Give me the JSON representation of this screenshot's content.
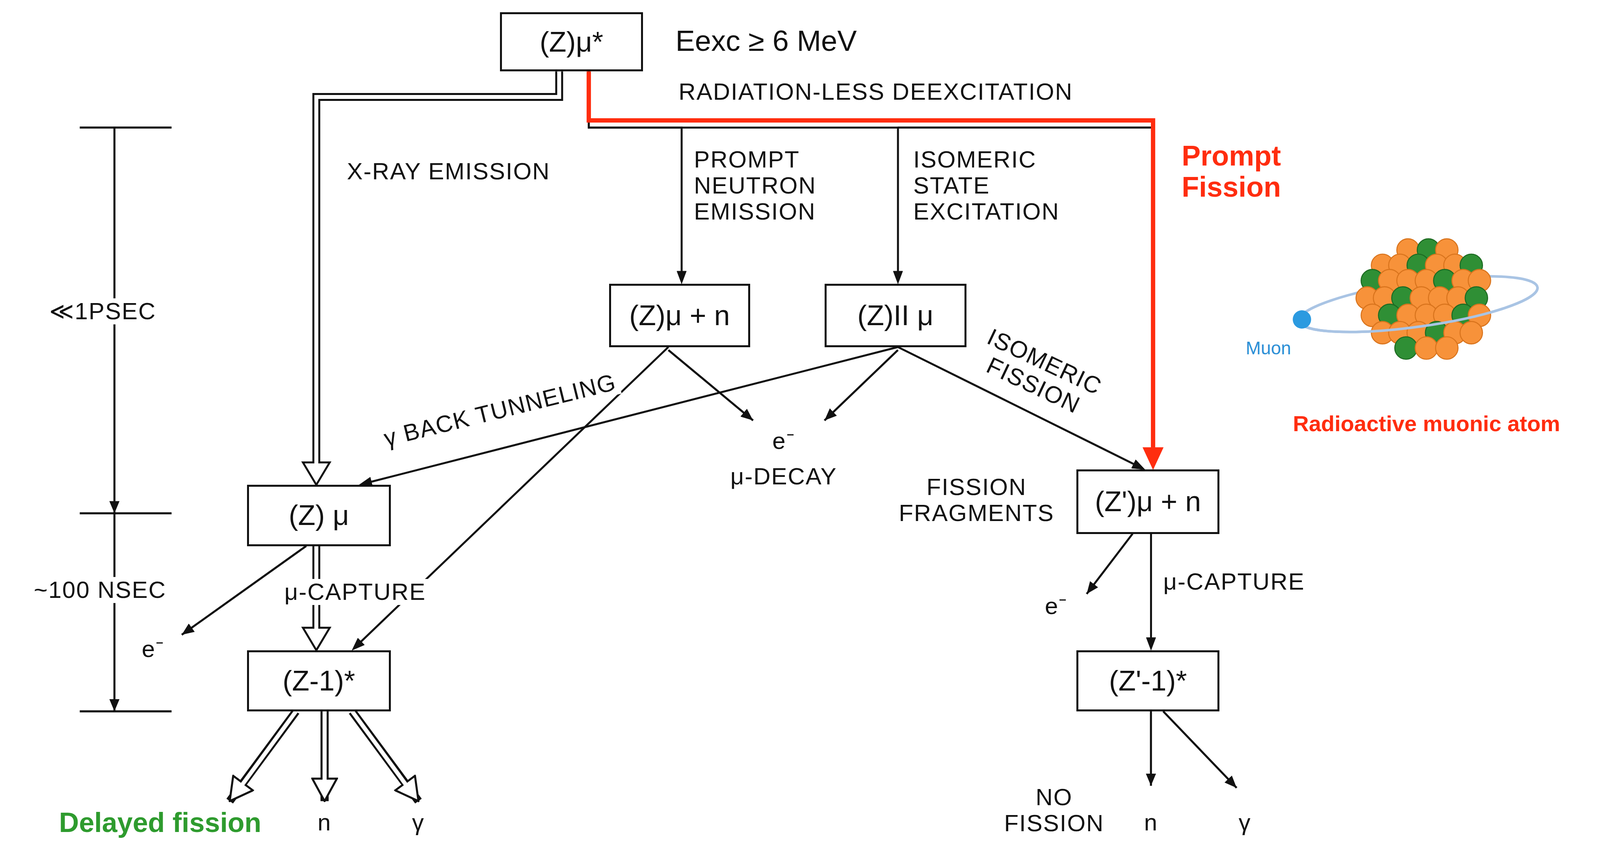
{
  "diagram": {
    "nodes": [
      {
        "text": [
          "(Z)μ*"
        ]
      },
      {
        "text": [
          "(Z)μ + n"
        ]
      },
      {
        "text": [
          "(Z)II μ"
        ]
      },
      {
        "text": [
          "(Z) μ"
        ]
      },
      {
        "text": [
          "(Z')μ + n"
        ]
      },
      {
        "text": [
          "(Z-1)*"
        ]
      },
      {
        "text": [
          "(Z'-1)*"
        ]
      }
    ],
    "edges": [
      {
        "from": 0,
        "to": 3,
        "arrow": "to",
        "label": "X-RAY EMISSION"
      },
      {
        "from": 0,
        "to": 1,
        "arrow": "to",
        "label": "PROMPT NEUTRON EMISSION"
      },
      {
        "from": 0,
        "to": 2,
        "arrow": "to",
        "label": "ISOMERIC STATE EXCITATION"
      },
      {
        "from": 0,
        "to": 4,
        "arrow": "to",
        "label": "Prompt Fission"
      },
      {
        "from": 1,
        "to": 5,
        "arrow": "to"
      },
      {
        "from": 2,
        "to": 3,
        "arrow": "to",
        "label": "γ BACK TUNNELING"
      },
      {
        "from": 2,
        "to": 4,
        "arrow": "to",
        "label": "ISOMERIC FISSION"
      },
      {
        "from": 3,
        "to": 5,
        "arrow": "to",
        "label": "μ-CAPTURE"
      },
      {
        "from": 4,
        "to": 6,
        "arrow": "to",
        "label": "μ-CAPTURE"
      }
    ],
    "labels": [
      "Eexc ≥ 6 MeV",
      "RADIATION-LESS DEEXCITATION",
      "≪1PSEC",
      "e⁻",
      "μ-DECAY",
      "Muon",
      "Radioactive muonic atom",
      "FISSION FRAGMENTS",
      "~100 NSEC",
      "e⁻",
      "e⁻",
      "Delayed fission",
      "n",
      "γ",
      "NO FISSION",
      "n",
      "γ"
    ]
  }
}
